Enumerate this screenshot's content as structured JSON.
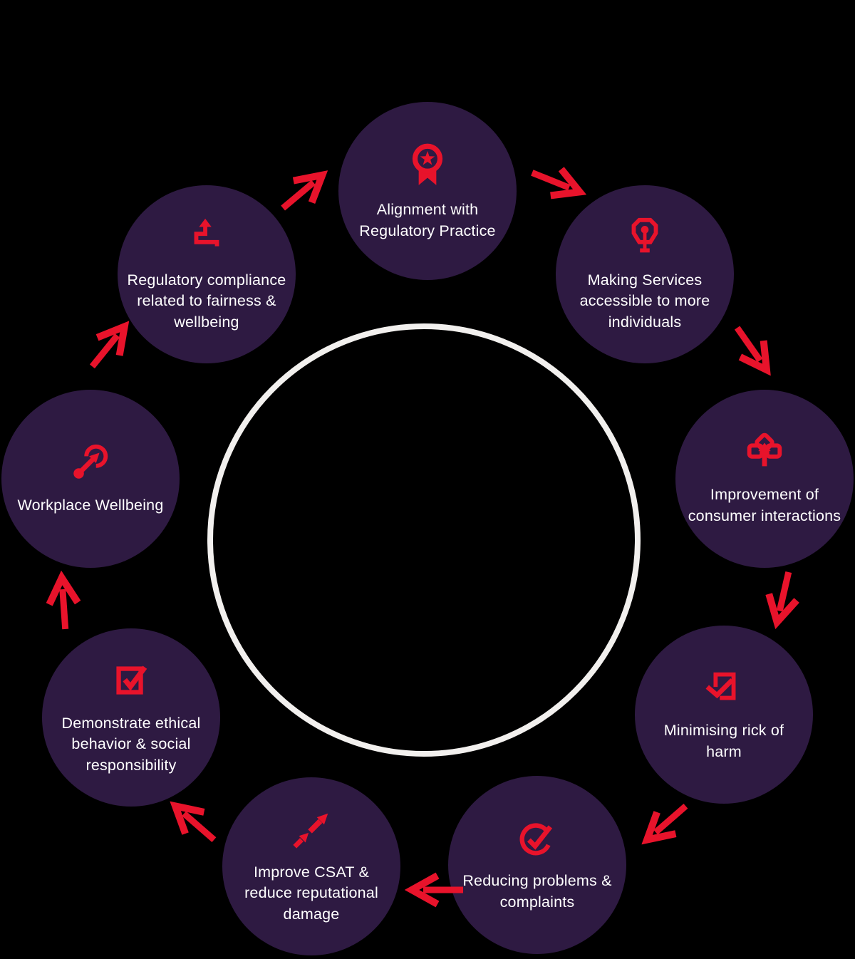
{
  "colors": {
    "background": "#000000",
    "node_fill": "#2e1a42",
    "accent_red": "#e8132b",
    "label_text": "#ffffff",
    "ring": "#f2f0ee"
  },
  "diagram": {
    "type": "cycle",
    "direction": "clockwise",
    "center_ring": "empty white circle outline",
    "nodes": [
      {
        "label": "Alignment with Regulatory Practice",
        "icon": "award-ribbon-icon"
      },
      {
        "label": "Making Services accessible to more individuals",
        "icon": "lightbulb-icon"
      },
      {
        "label": "Improvement of consumer interactions",
        "icon": "person-growth-arrow-icon"
      },
      {
        "label": "Minimising rick of harm",
        "icon": "document-check-icon"
      },
      {
        "label": "Reducing problems & complaints",
        "icon": "circle-check-icon"
      },
      {
        "label": "Improve CSAT & reduce reputational damage",
        "icon": "double-up-arrows-icon"
      },
      {
        "label": "Demonstrate ethical behavior & social responsibility",
        "icon": "checkbox-check-icon"
      },
      {
        "label": "Workplace Wellbeing",
        "icon": "dot-trajectory-arrow-icon"
      },
      {
        "label": "Regulatory compliance related to fairness & wellbeing",
        "icon": "step-up-arrow-icon"
      }
    ]
  }
}
